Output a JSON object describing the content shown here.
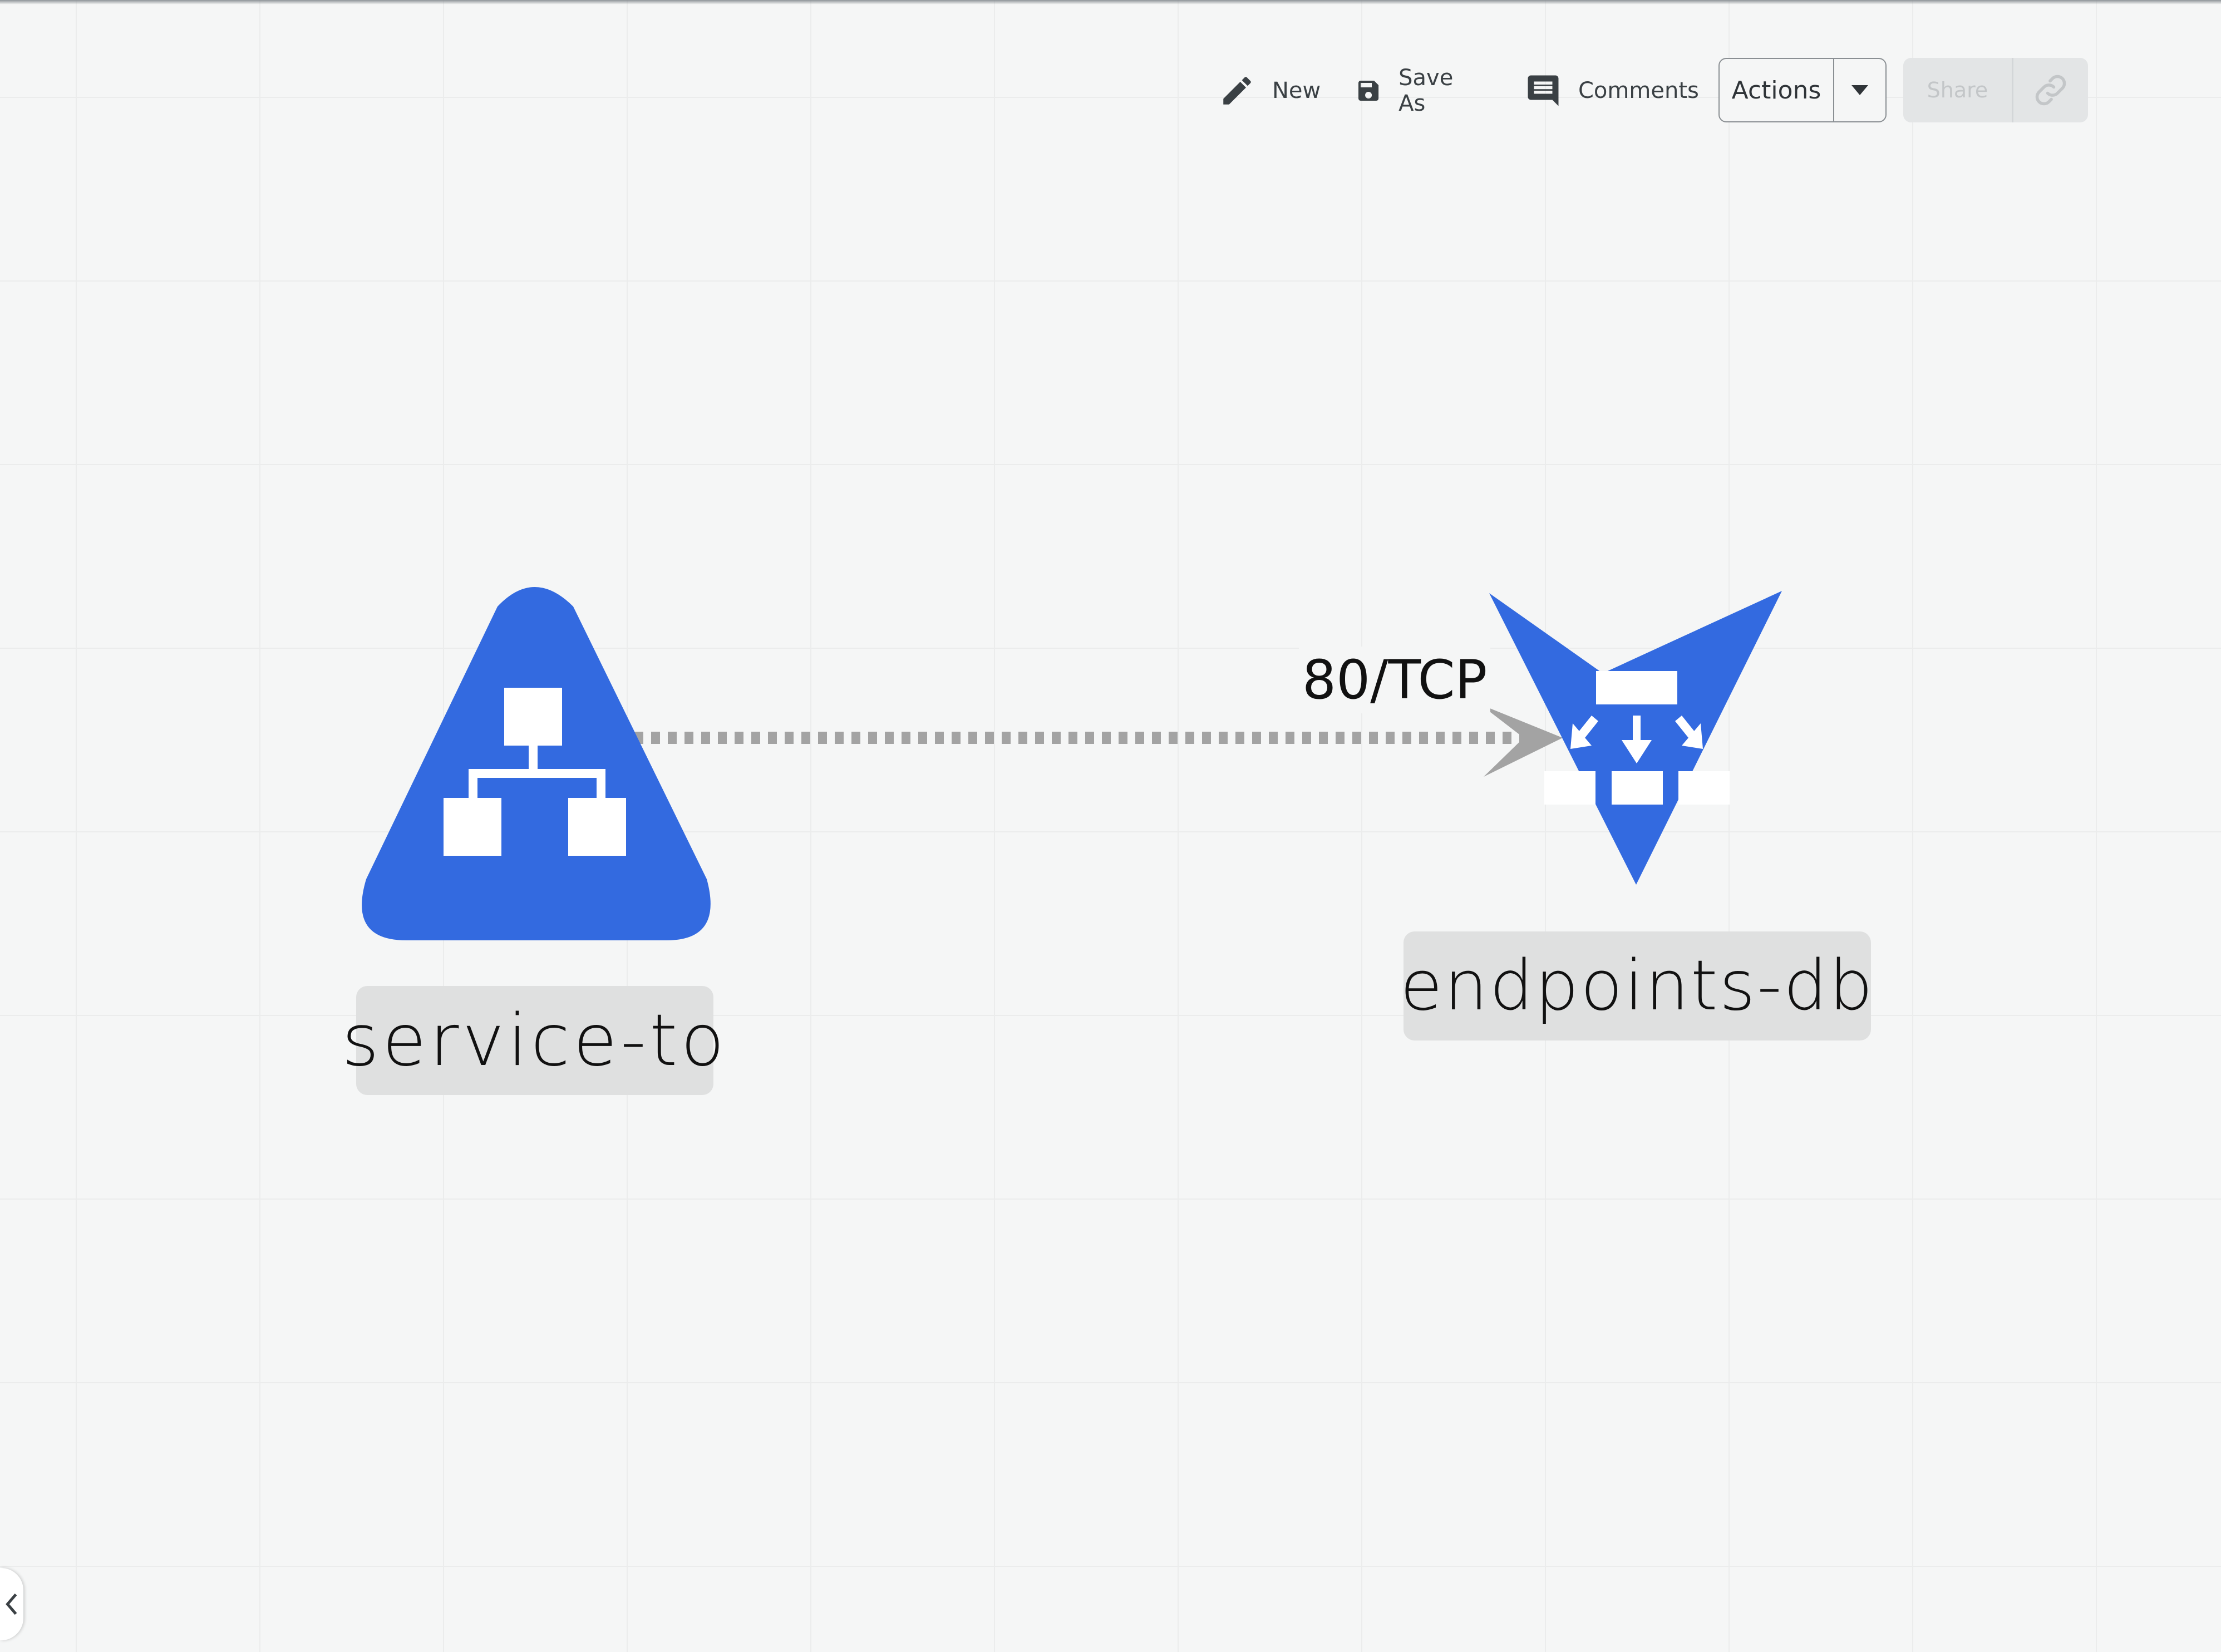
{
  "toolbar": {
    "new_label": "New",
    "save_as_label": "Save As",
    "comments_label": "Comments",
    "actions_label": "Actions",
    "share_label": "Share",
    "icons": {
      "new": "pencil-icon",
      "save_as": "floppy-disk-icon",
      "comments": "comment-icon",
      "actions_caret": "caret-down-icon",
      "share_link": "link-icon"
    }
  },
  "diagram": {
    "nodes": [
      {
        "id": "service-to",
        "label": "service-to",
        "icon": "service-hierarchy-icon",
        "shape": "triangle"
      },
      {
        "id": "endpoints-db",
        "label": "endpoints-db",
        "icon": "endpoints-distribution-icon",
        "shape": "inverted-triangle"
      }
    ],
    "edges": [
      {
        "from": "service-to",
        "to": "endpoints-db",
        "label": "80/TCP",
        "style": "dashed"
      }
    ]
  },
  "sidebar": {
    "collapse_icon": "chevron-left-icon"
  },
  "colors": {
    "node_fill": "#336ae0",
    "edge": "#a3a3a3",
    "canvas": "#f5f6f6",
    "label_bg": "#dfe0e0"
  }
}
